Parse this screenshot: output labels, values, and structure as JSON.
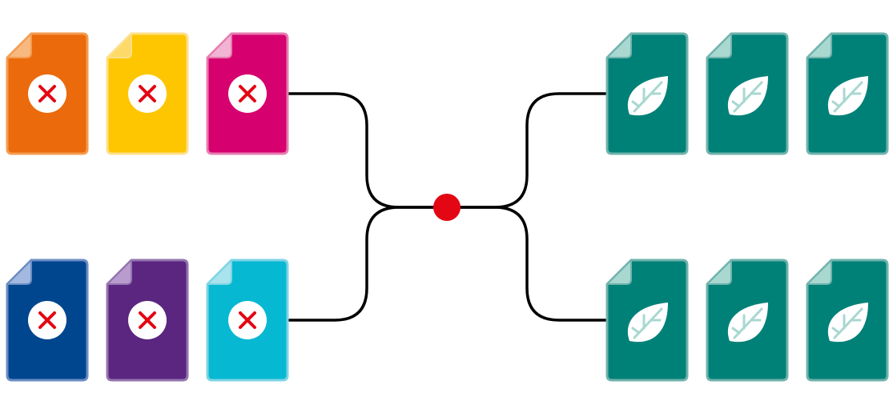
{
  "colors": {
    "background": "#ffffff",
    "connector": "#000000",
    "hub": "#e30613",
    "icon_mark": "#e30613",
    "leaf_vein": "#a8d8d0",
    "icon_disc": "#ffffff"
  },
  "inputs": [
    {
      "name": "orange",
      "fill": "#ea6a0c",
      "border": "#f59b4e",
      "fold": "#f8b980",
      "icon": "x-icon"
    },
    {
      "name": "yellow",
      "fill": "#fdc600",
      "border": "#fde08a",
      "fold": "#fdd968",
      "icon": "x-icon"
    },
    {
      "name": "magenta",
      "fill": "#d6006f",
      "border": "#e77cb0",
      "fold": "#f2b4d3",
      "icon": "x-icon"
    },
    {
      "name": "blue",
      "fill": "#00468f",
      "border": "#6b8dc4",
      "fold": "#a3b9e0",
      "icon": "x-icon"
    },
    {
      "name": "purple",
      "fill": "#5a2680",
      "border": "#9474b0",
      "fold": "#b89ccd",
      "icon": "x-icon"
    },
    {
      "name": "cyan",
      "fill": "#07b8d2",
      "border": "#7ed4e4",
      "fold": "#a8e3ee",
      "icon": "x-icon"
    }
  ],
  "outputs": [
    {
      "name": "teal-1",
      "fill": "#008178",
      "border": "#6fb3ac",
      "fold": "#a8d8d0",
      "icon": "leaf-icon"
    },
    {
      "name": "teal-2",
      "fill": "#008178",
      "border": "#6fb3ac",
      "fold": "#a8d8d0",
      "icon": "leaf-icon"
    },
    {
      "name": "teal-3",
      "fill": "#008178",
      "border": "#6fb3ac",
      "fold": "#a8d8d0",
      "icon": "leaf-icon"
    },
    {
      "name": "teal-4",
      "fill": "#008178",
      "border": "#6fb3ac",
      "fold": "#a8d8d0",
      "icon": "leaf-icon"
    },
    {
      "name": "teal-5",
      "fill": "#008178",
      "border": "#6fb3ac",
      "fold": "#a8d8d0",
      "icon": "leaf-icon"
    },
    {
      "name": "teal-6",
      "fill": "#008178",
      "border": "#6fb3ac",
      "fold": "#a8d8d0",
      "icon": "leaf-icon"
    }
  ]
}
